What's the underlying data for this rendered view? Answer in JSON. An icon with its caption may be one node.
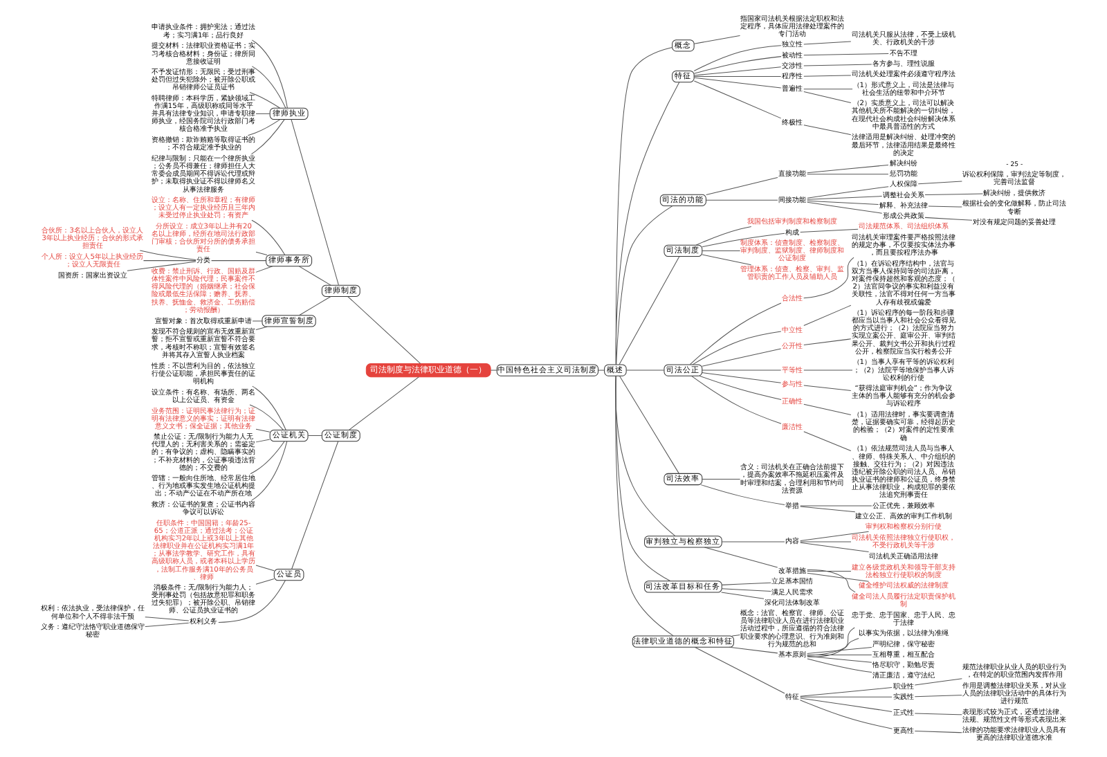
{
  "diagram": {
    "nodes": [
      {
        "text": [
          "司法制度与法律职业道德（一）"
        ]
      },
      {
        "text": [
          "中国特色社会主义司法制度"
        ]
      },
      {
        "text": [
          "概述"
        ]
      },
      {
        "text": [
          "概念"
        ]
      },
      {
        "text": [
          "指国家司法机关根据法定职权和法定程序，具体应用法律处理案件的专门活动"
        ]
      },
      {
        "text": [
          "特征"
        ]
      },
      {
        "text": [
          "独立性"
        ]
      },
      {
        "text": [
          "司法机关只服从法律，不受上级机关、行政机关的干涉"
        ]
      },
      {
        "text": [
          "被动性"
        ]
      },
      {
        "text": [
          "不告不理"
        ]
      },
      {
        "text": [
          "交涉性"
        ]
      },
      {
        "text": [
          "各方参与、理性说服"
        ]
      },
      {
        "text": [
          "程序性"
        ]
      },
      {
        "text": [
          "司法机关处理案件必须遵守程序法"
        ]
      },
      {
        "text": [
          "普遍性"
        ]
      },
      {
        "text": [
          "（1）形式意义上，司法是法律与社会生活的纽带和中介环节"
        ]
      },
      {
        "text": [
          "（2）实质意义上，司法可以解决其他机关所不能解决的一切纠纷，在现代社会构成社会纠纷解决体系中最具普适性的方式"
        ]
      },
      {
        "text": [
          "终极性"
        ]
      },
      {
        "text": [
          "法律适用是解决纠纷、处理冲突的最后环节，法律适用结果是最终性的决定"
        ]
      },
      {
        "text": [
          "司法的功能"
        ]
      },
      {
        "text": [
          "直接功能"
        ]
      },
      {
        "text": [
          "解决纠纷"
        ]
      },
      {
        "text": [
          "惩罚功能"
        ]
      },
      {
        "text": [
          "间接功能"
        ]
      },
      {
        "text": [
          "人权保障"
        ]
      },
      {
        "text": [
          "诉讼权利保障，审判法定等制度，完善司法监督"
        ]
      },
      {
        "text": [
          "调整社会关系"
        ]
      },
      {
        "text": [
          "解决纠纷，提供救济"
        ]
      },
      {
        "text": [
          "解释、补充法律"
        ]
      },
      {
        "text": [
          "根据社会的变化做解释，防止司法专断"
        ]
      },
      {
        "text": [
          "形成公共政策"
        ]
      },
      {
        "text": [
          "对没有规定问题的妥善处理"
        ]
      },
      {
        "text": [
          "司法制度"
        ]
      },
      {
        "text": [
          "我国包括审判制度和检察制度"
        ]
      },
      {
        "text": [
          "构成"
        ]
      },
      {
        "text": [
          "司法规范体系、司法组织体系"
        ]
      },
      {
        "text": [
          "制度体系：侦查制度、检察制度、审判制度、监狱制度、律师制度和公证制度"
        ]
      },
      {
        "text": [
          "管理体系：侦查、检察、审判、监管职责的工作人员及辅助人员"
        ]
      },
      {
        "text": [
          "司法公正"
        ]
      },
      {
        "text": [
          "合法性"
        ]
      },
      {
        "text": [
          "司法机关审理案件要严格按照法律的规定办事，不仅要按实体法办事，而且要按程序法办事"
        ]
      },
      {
        "text": [
          "中立性"
        ]
      },
      {
        "text": [
          "（1）在诉讼程序结构中，法官与双方当事人保持同等的司法距离，对案件保持超然和客观的态度；（2）法官同争议的事实和利益没有关联性，法官不得对任何一方当事人存有歧视或偏爱"
        ]
      },
      {
        "text": [
          "公开性"
        ]
      },
      {
        "text": [
          "（1）诉讼程序的每一阶段和步骤都应当以当事人和社会公众看得见的方式进行；（2）法院应当努力实现立案公开、庭审公开、审判结果公开、裁判文书公开和执行过程公开，检察院应当实行检务公开"
        ]
      },
      {
        "text": [
          "平等性"
        ]
      },
      {
        "text": [
          "（1）当事人享有平等的诉讼权利；（2）法院平等地保护当事人诉讼权利的行使"
        ]
      },
      {
        "text": [
          "参与性"
        ]
      },
      {
        "text": [
          "“获得法庭审判机会”；作为争议主体的当事人能够有充分的机会参与诉讼程序"
        ]
      },
      {
        "text": [
          "正确性"
        ]
      },
      {
        "text": [
          "（1）适用法律时，事实要调查清楚，证据要确实可靠，经得起历史的检验；（2）对案件的定性要准确"
        ]
      },
      {
        "text": [
          "廉洁性"
        ]
      },
      {
        "text": [
          "（1）依法规范司法人员与当事人、律师、特殊关系人、中介组织的接触、交往行为；（2）对因违法违纪被开除公职的司法人员、吊销执业证书的律师和公证员，终身禁止从事法律职业，构成犯罪的要依法追究刑事责任"
        ]
      },
      {
        "text": [
          "司法效率"
        ]
      },
      {
        "text": [
          "含义：司法机关在正确合法前提下，提高办案效率不拖延积压案件及时审理和结案，合理利用和节约司法资源"
        ]
      },
      {
        "text": [
          "举措"
        ]
      },
      {
        "text": [
          "公正优先，兼顾效率"
        ]
      },
      {
        "text": [
          "建立公正、高效的审判工作机制"
        ]
      },
      {
        "text": [
          "审判独立与检察独立"
        ]
      },
      {
        "text": [
          "内容"
        ]
      },
      {
        "text": [
          "审判权和检察权分别行使"
        ]
      },
      {
        "text": [
          "司法机关依照法律独立行使职权，不受行政机关等干涉"
        ]
      },
      {
        "text": [
          "司法机关正确适用法律"
        ]
      },
      {
        "text": [
          "改革措施"
        ]
      },
      {
        "text": [
          "建立各级党政机关和领导干部支持法检独立行使职权的制度"
        ]
      },
      {
        "text": [
          "健全维护司法权威的法律制度"
        ]
      },
      {
        "text": [
          "健全司法人员履行法定职责保护机制"
        ]
      },
      {
        "text": [
          "司法改革目标和任务"
        ]
      },
      {
        "text": [
          "立足基本国情"
        ]
      },
      {
        "text": [
          "满足人民需求"
        ]
      },
      {
        "text": [
          "深化司法体制改革"
        ]
      },
      {
        "text": [
          "法律职业道德的概念和特征"
        ]
      },
      {
        "text": [
          "概念：法官、检察官、律师、公证员等法律职业人员在进行法律职业活动过程中，所应遵循的符合法律职业要求的心理意识、行为准则和行为规范的总和"
        ]
      },
      {
        "text": [
          "基本原则"
        ]
      },
      {
        "text": [
          "忠于党、忠于国家、忠于人民、忠于法律"
        ]
      },
      {
        "text": [
          "以事实为依据，以法律为准绳"
        ]
      },
      {
        "text": [
          "严明纪律，保守秘密"
        ]
      },
      {
        "text": [
          "互相尊重，相互配合"
        ]
      },
      {
        "text": [
          "恪尽职守，勤勉尽责"
        ]
      },
      {
        "text": [
          "清正廉洁，遵守法纪"
        ]
      },
      {
        "text": [
          "特征"
        ]
      },
      {
        "text": [
          "职业性"
        ]
      },
      {
        "text": [
          "规范法律职业从业人员的职业行为，在特定的职业范围内发挥作用"
        ]
      },
      {
        "text": [
          "实践性"
        ]
      },
      {
        "text": [
          "作用是调整法律职业关系，对从业人员的法律职业活动中的具体行为进行规范"
        ]
      },
      {
        "text": [
          "正式性"
        ]
      },
      {
        "text": [
          "表现形式较为正式，还通过法律、法规、规范性文件等形式表现出来"
        ]
      },
      {
        "text": [
          "更高性"
        ]
      },
      {
        "text": [
          "法律的功能要求法律职业人员具有更高的法律职业道德水准"
        ]
      },
      {
        "text": [
          "律师制度"
        ]
      },
      {
        "text": [
          "律师执业"
        ]
      },
      {
        "text": [
          "申请执业条件：拥护宪法；通过法考；实习满1年；品行良好"
        ]
      },
      {
        "text": [
          "提交材料：法律职业资格证书；实习考核合格材料；身份证；律所同意接收证明"
        ]
      },
      {
        "text": [
          "不予发证情形：无限民；受过刑事处罚但过失犯除外；被开除公职或吊销律师公证员证书"
        ]
      },
      {
        "text": [
          "特聘律师：本科学历，紧缺领域工作满15年，高级职称或同等水平并具有法律专业知识，申请专职律师执业，经国务院司法行政部门考核合格准予执业"
        ]
      },
      {
        "text": [
          "资格撤销：欺诈贿赂等取得证书的；不符合规定准予执业的"
        ]
      },
      {
        "text": [
          "纪律与限制：只能在一个律所执业；公务员不得兼任；律师担任人大常委会成员期间不得诉讼代理或辩护；未取得执业证不得以律师名义从事法律服务"
        ]
      },
      {
        "text": [
          "律师事务所"
        ]
      },
      {
        "text": [
          "设立：名称、住所和章程；有律师；设立人有一定执业经历且三年内未受过停止执业处罚；有资产"
        ]
      },
      {
        "text": [
          "分所设立：成立3年以上并有20名以上律师，经所在地司法行政部门审核；合伙所对分所的债务承担责任"
        ]
      },
      {
        "text": [
          "分类"
        ]
      },
      {
        "text": [
          "合伙所：3名以上合伙人，设立人3年以上执业经历；合伙的形式承担责任"
        ]
      },
      {
        "text": [
          "个人所：设立人5年以上执业经历；设立人无限责任"
        ]
      },
      {
        "text": [
          "国资所：国家出资设立"
        ]
      },
      {
        "text": [
          "收费：禁止刑诉、行政、国赔及群体性案件中风险代理；民事案件不得风险代理的（婚姻继承；社会保险或最低生活保障；赡养、抚养、扶养、抚恤金、救济金、工伤赔偿；劳动报酬）"
        ]
      },
      {
        "text": [
          "律师宣誓制度"
        ]
      },
      {
        "text": [
          "宣誓对象：首次取得或重新申请"
        ]
      },
      {
        "text": [
          "发现不符合规则的宣布无效重新宣誓；拒不宣誓或重新宣誓不符合要求，考核时不称职；宣誓有效签名并将其存入宣誓人执业档案"
        ]
      },
      {
        "text": [
          "公证制度"
        ]
      },
      {
        "text": [
          "公证机关"
        ]
      },
      {
        "text": [
          "性质：不以营利为目的，依法独立行使公证职能，承担民事责任的证明机构"
        ]
      },
      {
        "text": [
          "设立条件：有名称、有场所、两名以上公证员、有资金"
        ]
      },
      {
        "text": [
          "业务范围：证明民事法律行为；证明有法律意义的事实；证明有法律意义文书；保全证据；其他业务"
        ]
      },
      {
        "text": [
          "禁止公证：无/限制行为能力人无代理人的；无利害关系的；需鉴定的；有争议的；虚构、隐瞒事实的；不补充材料的，公证事项违法背德的；不交费的"
        ]
      },
      {
        "text": [
          "管辖：一般向住所地、经常居住地、行为地或事实发生地公证机构提出；不动产公证在不动产所在地"
        ]
      },
      {
        "text": [
          "救济：公证书的复查；公证书内容争议可以诉讼"
        ]
      },
      {
        "text": [
          "公证员"
        ]
      },
      {
        "text": [
          "任职条件：中国国籍；年龄25-65；公道正派；通过法考；公证机构实习2年以上或3年以上其他法律职业并在公证机构实习满1年；从事法学教学、研究工作，具有高级职称人员，或者本科以上学历，法制工作服务满10年的公务员、律师"
        ]
      },
      {
        "text": [
          "消极条件：无/限制行为能力人；受刑事处罚（包括故意犯罪和职务过失犯罪）；被开除公职、吊销律师、公证员执业证书的"
        ]
      },
      {
        "text": [
          "权利义务"
        ]
      },
      {
        "text": [
          "权利：依法执业，受法律保护，任何单位和个人不得非法干预"
        ]
      },
      {
        "text": [
          "义务：遵纪守法恪守职业道德保守秘密"
        ]
      }
    ],
    "edges": [
      {
        "from": 0,
        "to": 1,
        "arrow": "none"
      },
      {
        "from": 1,
        "to": 2,
        "arrow": "none"
      },
      {
        "from": 2,
        "to": 3,
        "arrow": "none"
      },
      {
        "from": 3,
        "to": 4,
        "arrow": "none"
      },
      {
        "from": 2,
        "to": 5,
        "arrow": "none"
      },
      {
        "from": 5,
        "to": 6,
        "arrow": "none"
      },
      {
        "from": 6,
        "to": 7,
        "arrow": "none"
      },
      {
        "from": 5,
        "to": 8,
        "arrow": "none"
      },
      {
        "from": 8,
        "to": 9,
        "arrow": "none"
      },
      {
        "from": 5,
        "to": 10,
        "arrow": "none"
      },
      {
        "from": 10,
        "to": 11,
        "arrow": "none"
      },
      {
        "from": 5,
        "to": 12,
        "arrow": "none"
      },
      {
        "from": 12,
        "to": 13,
        "arrow": "none"
      },
      {
        "from": 5,
        "to": 14,
        "arrow": "none"
      },
      {
        "from": 14,
        "to": 15,
        "arrow": "none"
      },
      {
        "from": 14,
        "to": 16,
        "arrow": "none"
      },
      {
        "from": 5,
        "to": 17,
        "arrow": "none"
      },
      {
        "from": 17,
        "to": 18,
        "arrow": "none"
      },
      {
        "from": 2,
        "to": 19,
        "arrow": "none"
      },
      {
        "from": 19,
        "to": 20,
        "arrow": "none"
      },
      {
        "from": 20,
        "to": 21,
        "arrow": "none"
      },
      {
        "from": 20,
        "to": 22,
        "arrow": "none"
      },
      {
        "from": 19,
        "to": 23,
        "arrow": "none"
      },
      {
        "from": 23,
        "to": 24,
        "arrow": "none"
      },
      {
        "from": 24,
        "to": 25,
        "arrow": "none"
      },
      {
        "from": 23,
        "to": 26,
        "arrow": "none"
      },
      {
        "from": 26,
        "to": 27,
        "arrow": "none"
      },
      {
        "from": 23,
        "to": 28,
        "arrow": "none"
      },
      {
        "from": 28,
        "to": 29,
        "arrow": "none"
      },
      {
        "from": 23,
        "to": 30,
        "arrow": "none"
      },
      {
        "from": 30,
        "to": 31,
        "arrow": "none"
      },
      {
        "from": 2,
        "to": 32,
        "arrow": "none"
      },
      {
        "from": 32,
        "to": 33,
        "arrow": "none"
      },
      {
        "from": 32,
        "to": 34,
        "arrow": "none"
      },
      {
        "from": 34,
        "to": 35,
        "arrow": "none"
      },
      {
        "from": 32,
        "to": 36,
        "arrow": "none"
      },
      {
        "from": 32,
        "to": 37,
        "arrow": "none"
      },
      {
        "from": 2,
        "to": 38,
        "arrow": "none"
      },
      {
        "from": 38,
        "to": 39,
        "arrow": "none"
      },
      {
        "from": 39,
        "to": 40,
        "arrow": "none"
      },
      {
        "from": 38,
        "to": 41,
        "arrow": "none"
      },
      {
        "from": 41,
        "to": 42,
        "arrow": "none"
      },
      {
        "from": 38,
        "to": 43,
        "arrow": "none"
      },
      {
        "from": 43,
        "to": 44,
        "arrow": "none"
      },
      {
        "from": 38,
        "to": 45,
        "arrow": "none"
      },
      {
        "from": 45,
        "to": 46,
        "arrow": "none"
      },
      {
        "from": 38,
        "to": 47,
        "arrow": "none"
      },
      {
        "from": 47,
        "to": 48,
        "arrow": "none"
      },
      {
        "from": 38,
        "to": 49,
        "arrow": "none"
      },
      {
        "from": 49,
        "to": 50,
        "arrow": "none"
      },
      {
        "from": 38,
        "to": 51,
        "arrow": "none"
      },
      {
        "from": 51,
        "to": 52,
        "arrow": "none"
      },
      {
        "from": 2,
        "to": 53,
        "arrow": "none"
      },
      {
        "from": 53,
        "to": 54,
        "arrow": "none"
      },
      {
        "from": 53,
        "to": 55,
        "arrow": "none"
      },
      {
        "from": 55,
        "to": 56,
        "arrow": "none"
      },
      {
        "from": 55,
        "to": 57,
        "arrow": "none"
      },
      {
        "from": 2,
        "to": 58,
        "arrow": "none"
      },
      {
        "from": 58,
        "to": 59,
        "arrow": "none"
      },
      {
        "from": 59,
        "to": 60,
        "arrow": "none"
      },
      {
        "from": 59,
        "to": 61,
        "arrow": "none"
      },
      {
        "from": 59,
        "to": 62,
        "arrow": "none"
      },
      {
        "from": 58,
        "to": 63,
        "arrow": "none"
      },
      {
        "from": 63,
        "to": 64,
        "arrow": "none"
      },
      {
        "from": 63,
        "to": 65,
        "arrow": "none"
      },
      {
        "from": 63,
        "to": 66,
        "arrow": "none"
      },
      {
        "from": 2,
        "to": 67,
        "arrow": "none"
      },
      {
        "from": 67,
        "to": 68,
        "arrow": "none"
      },
      {
        "from": 67,
        "to": 69,
        "arrow": "none"
      },
      {
        "from": 67,
        "to": 70,
        "arrow": "none"
      },
      {
        "from": 2,
        "to": 71,
        "arrow": "none"
      },
      {
        "from": 71,
        "to": 72,
        "arrow": "none"
      },
      {
        "from": 71,
        "to": 73,
        "arrow": "none"
      },
      {
        "from": 73,
        "to": 74,
        "arrow": "none"
      },
      {
        "from": 73,
        "to": 75,
        "arrow": "none"
      },
      {
        "from": 73,
        "to": 76,
        "arrow": "none"
      },
      {
        "from": 73,
        "to": 77,
        "arrow": "none"
      },
      {
        "from": 73,
        "to": 78,
        "arrow": "none"
      },
      {
        "from": 73,
        "to": 79,
        "arrow": "none"
      },
      {
        "from": 71,
        "to": 80,
        "arrow": "none"
      },
      {
        "from": 80,
        "to": 81,
        "arrow": "none"
      },
      {
        "from": 81,
        "to": 82,
        "arrow": "none"
      },
      {
        "from": 80,
        "to": 83,
        "arrow": "none"
      },
      {
        "from": 83,
        "to": 84,
        "arrow": "none"
      },
      {
        "from": 80,
        "to": 85,
        "arrow": "none"
      },
      {
        "from": 85,
        "to": 86,
        "arrow": "none"
      },
      {
        "from": 80,
        "to": 87,
        "arrow": "none"
      },
      {
        "from": 87,
        "to": 88,
        "arrow": "none"
      },
      {
        "from": 89,
        "to": 0,
        "arrow": "none"
      },
      {
        "from": 90,
        "to": 89,
        "arrow": "none"
      },
      {
        "from": 91,
        "to": 90,
        "arrow": "none"
      },
      {
        "from": 92,
        "to": 90,
        "arrow": "none"
      },
      {
        "from": 93,
        "to": 90,
        "arrow": "none"
      },
      {
        "from": 94,
        "to": 90,
        "arrow": "none"
      },
      {
        "from": 95,
        "to": 90,
        "arrow": "none"
      },
      {
        "from": 96,
        "to": 90,
        "arrow": "none"
      },
      {
        "from": 97,
        "to": 89,
        "arrow": "none"
      },
      {
        "from": 98,
        "to": 97,
        "arrow": "none"
      },
      {
        "from": 99,
        "to": 97,
        "arrow": "none"
      },
      {
        "from": 100,
        "to": 97,
        "arrow": "none"
      },
      {
        "from": 101,
        "to": 100,
        "arrow": "none"
      },
      {
        "from": 102,
        "to": 100,
        "arrow": "none"
      },
      {
        "from": 103,
        "to": 100,
        "arrow": "none"
      },
      {
        "from": 104,
        "to": 97,
        "arrow": "none"
      },
      {
        "from": 105,
        "to": 89,
        "arrow": "none"
      },
      {
        "from": 106,
        "to": 105,
        "arrow": "none"
      },
      {
        "from": 107,
        "to": 105,
        "arrow": "none"
      },
      {
        "from": 108,
        "to": 0,
        "arrow": "none"
      },
      {
        "from": 109,
        "to": 108,
        "arrow": "none"
      },
      {
        "from": 110,
        "to": 109,
        "arrow": "none"
      },
      {
        "from": 111,
        "to": 109,
        "arrow": "none"
      },
      {
        "from": 112,
        "to": 109,
        "arrow": "none"
      },
      {
        "from": 113,
        "to": 109,
        "arrow": "none"
      },
      {
        "from": 114,
        "to": 109,
        "arrow": "none"
      },
      {
        "from": 115,
        "to": 109,
        "arrow": "none"
      },
      {
        "from": 116,
        "to": 108,
        "arrow": "none"
      },
      {
        "from": 117,
        "to": 116,
        "arrow": "none"
      },
      {
        "from": 118,
        "to": 116,
        "arrow": "none"
      },
      {
        "from": 119,
        "to": 116,
        "arrow": "none"
      },
      {
        "from": 120,
        "to": 119,
        "arrow": "none"
      },
      {
        "from": 121,
        "to": 119,
        "arrow": "none"
      }
    ],
    "labels": [
      "- 25 -"
    ]
  }
}
